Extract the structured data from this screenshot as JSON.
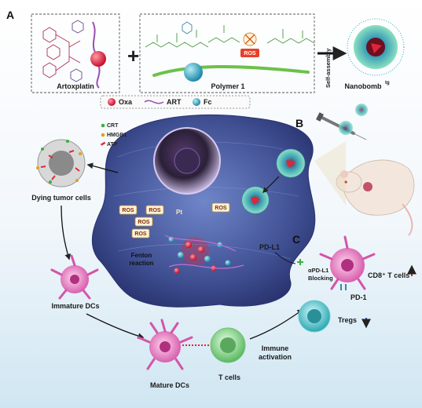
{
  "panels": {
    "a": "A",
    "b": "B",
    "c": "C"
  },
  "top": {
    "artoxplatin": "Artoxplatin",
    "plus": "+",
    "polymer": "Polymer 1",
    "ros_tag": "ROS",
    "self_assembly": "Self-assembly",
    "nanobomb": "Nanobomb",
    "nanobomb_sup": "tg"
  },
  "legend": {
    "oxa": "Oxa",
    "art": "ART",
    "fc": "Fc"
  },
  "dying": {
    "crt": "CRT",
    "hmgb1": "HMGB1",
    "atp": "ATP",
    "label": "Dying tumor cells"
  },
  "cell": {
    "ros": [
      "ROS",
      "ROS",
      "ROS",
      "ROS",
      "ROS"
    ],
    "pt": "Pt",
    "fenton_line1": "Fenton",
    "fenton_line2": "reaction"
  },
  "immune": {
    "immature": "Immature DCs",
    "mature": "Mature DCs",
    "tcells": "T cells",
    "immune_line1": "Immune",
    "immune_line2": "activation",
    "pdl1": "PD-L1",
    "blocking_line1": "αPD-L1",
    "blocking_line2": "Blocking",
    "cd8": "CD8⁺ T cells",
    "pd1": "PD-1",
    "tregs": "Tregs"
  },
  "colors": {
    "oxa": "#e0243a",
    "art": "#9a4fb0",
    "fc": "#3aa6c2",
    "cell_body": "#4a5a9e",
    "arrow_up": "#d42020",
    "arrow_down": "#2a55c6"
  }
}
